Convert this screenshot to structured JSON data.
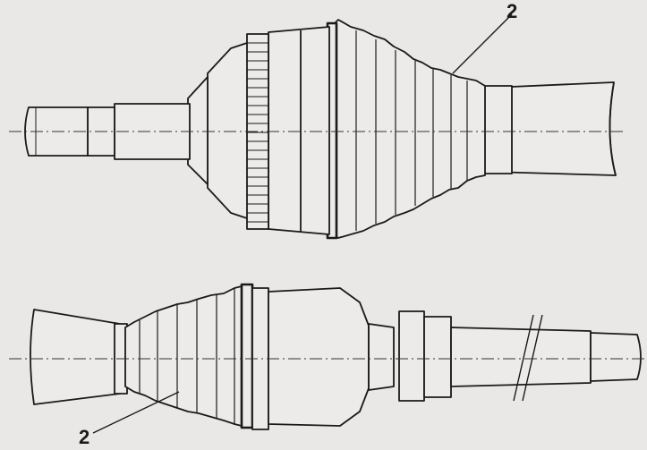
{
  "diagram": {
    "callouts": [
      {
        "id": "top",
        "text": "2"
      },
      {
        "id": "bottom",
        "text": "2"
      }
    ],
    "colors": {
      "background": "#e9e8e6",
      "line": "#1a1a1a",
      "centerline": "#333333"
    }
  }
}
